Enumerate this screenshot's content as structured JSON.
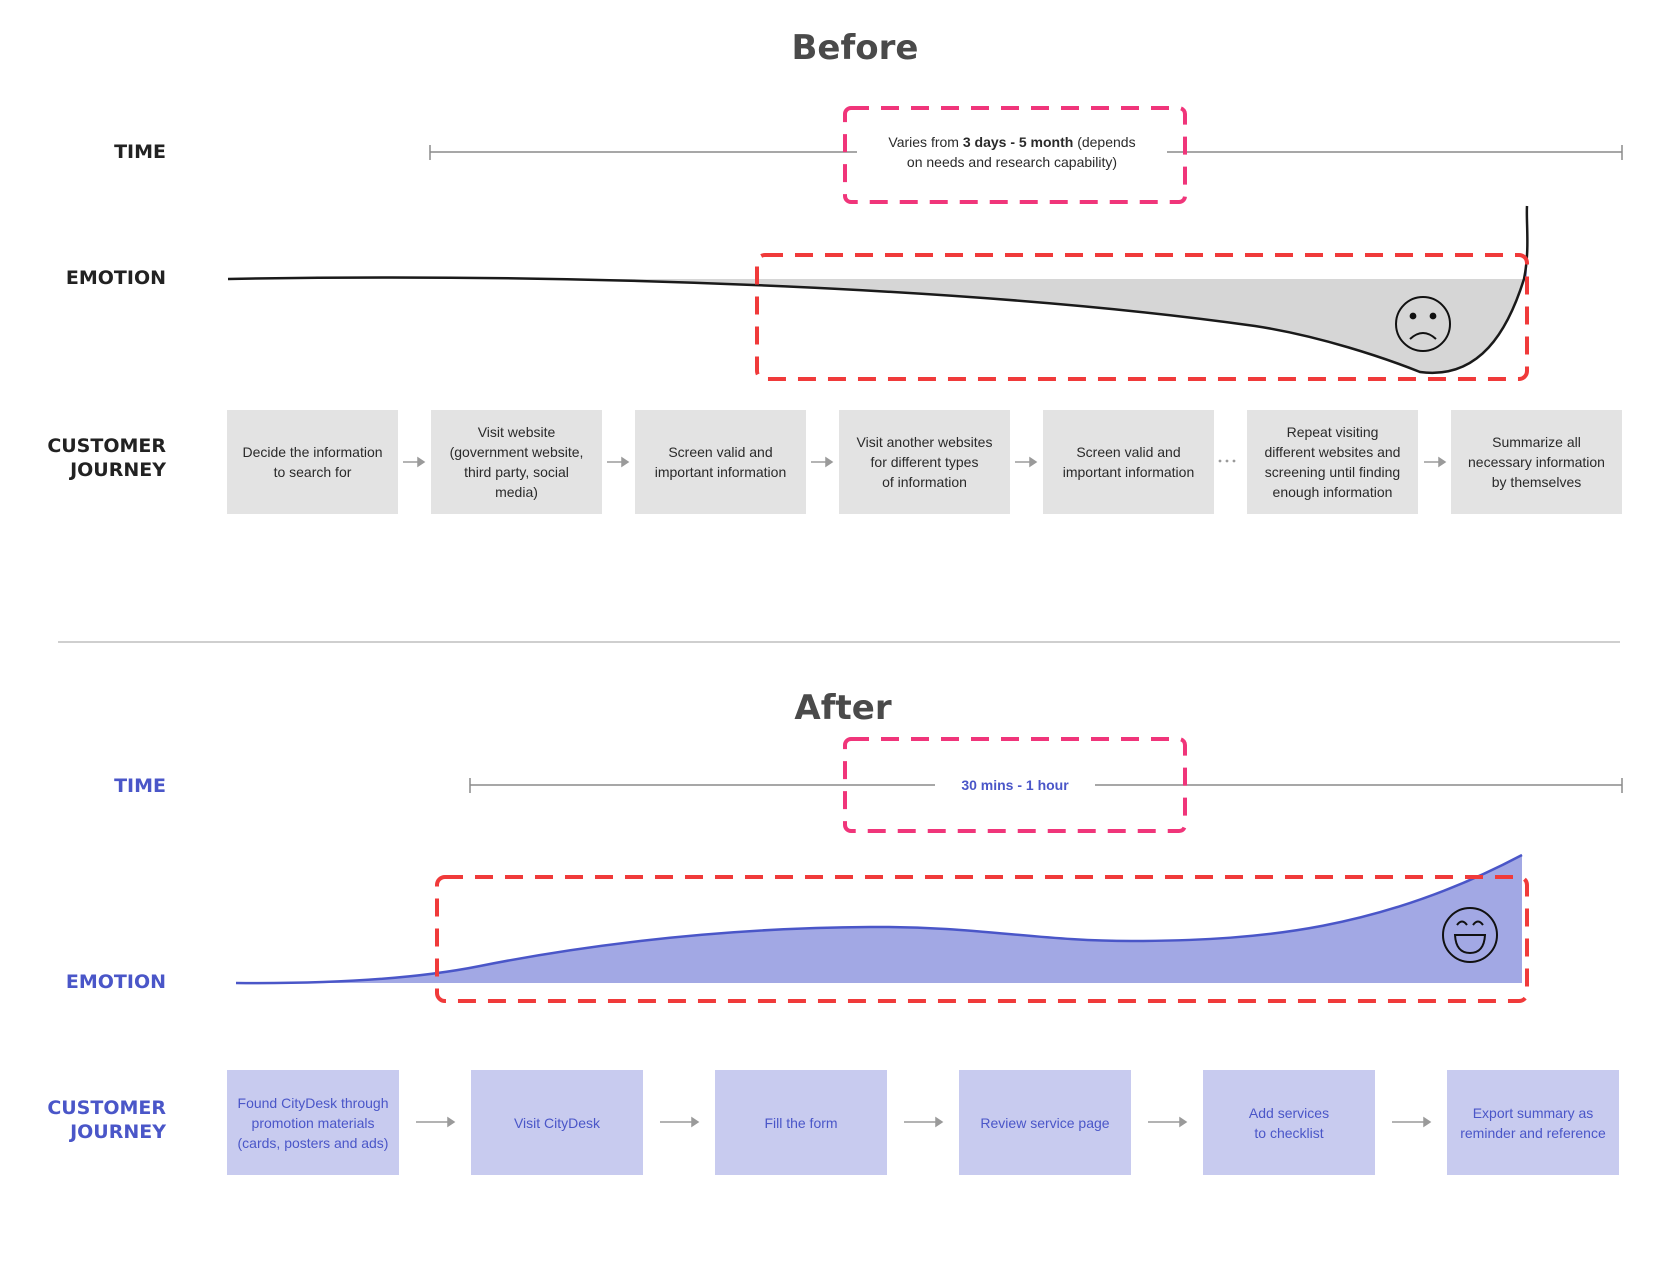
{
  "before": {
    "title": "Before",
    "labels": {
      "time": "TIME",
      "emotion": "EMOTION",
      "journey_line1": "CUSTOMER",
      "journey_line2": "JOURNEY"
    },
    "time": {
      "prefix": "Varies from ",
      "emphasis": "3 days - 5 month",
      "suffix_line1": " (depends",
      "line2": "on needs and research capability)"
    },
    "emotion_face": "sad-face-icon",
    "steps": [
      "Decide the information\nto search for",
      "Visit website\n(government website,\nthird party, social media)",
      "Screen valid and\nimportant information",
      "Visit another websites\nfor different types\nof information",
      "Screen valid and\nimportant information",
      "Repeat visiting\ndifferent websites and\nscreening until finding\nenough information",
      "Summarize all\nnecessary information\nby themselves"
    ],
    "connectors": [
      "arrow",
      "arrow",
      "arrow",
      "arrow",
      "ellipsis",
      "arrow"
    ],
    "colors": {
      "curve": "#1a1a1a",
      "fill": "#d6d6d6",
      "peak_fill": "#a2a8e4"
    }
  },
  "after": {
    "title": "After",
    "labels": {
      "time": "TIME",
      "emotion": "EMOTION",
      "journey_line1": "CUSTOMER",
      "journey_line2": "JOURNEY"
    },
    "time": {
      "text": "30 mins - 1 hour"
    },
    "emotion_face": "happy-face-icon",
    "steps": [
      "Found CityDesk through\npromotion materials\n(cards, posters and ads)",
      "Visit CityDesk",
      "Fill the form",
      "Review service page",
      "Add services\nto checklist",
      "Export summary as\nreminder and reference"
    ],
    "connectors": [
      "arrow",
      "arrow",
      "arrow",
      "arrow",
      "arrow"
    ],
    "colors": {
      "curve": "#4a56c8",
      "fill": "#a2a8e4"
    }
  },
  "highlight_colors": {
    "time_box": "#f0357a",
    "emotion_box": "#f03a3a"
  }
}
